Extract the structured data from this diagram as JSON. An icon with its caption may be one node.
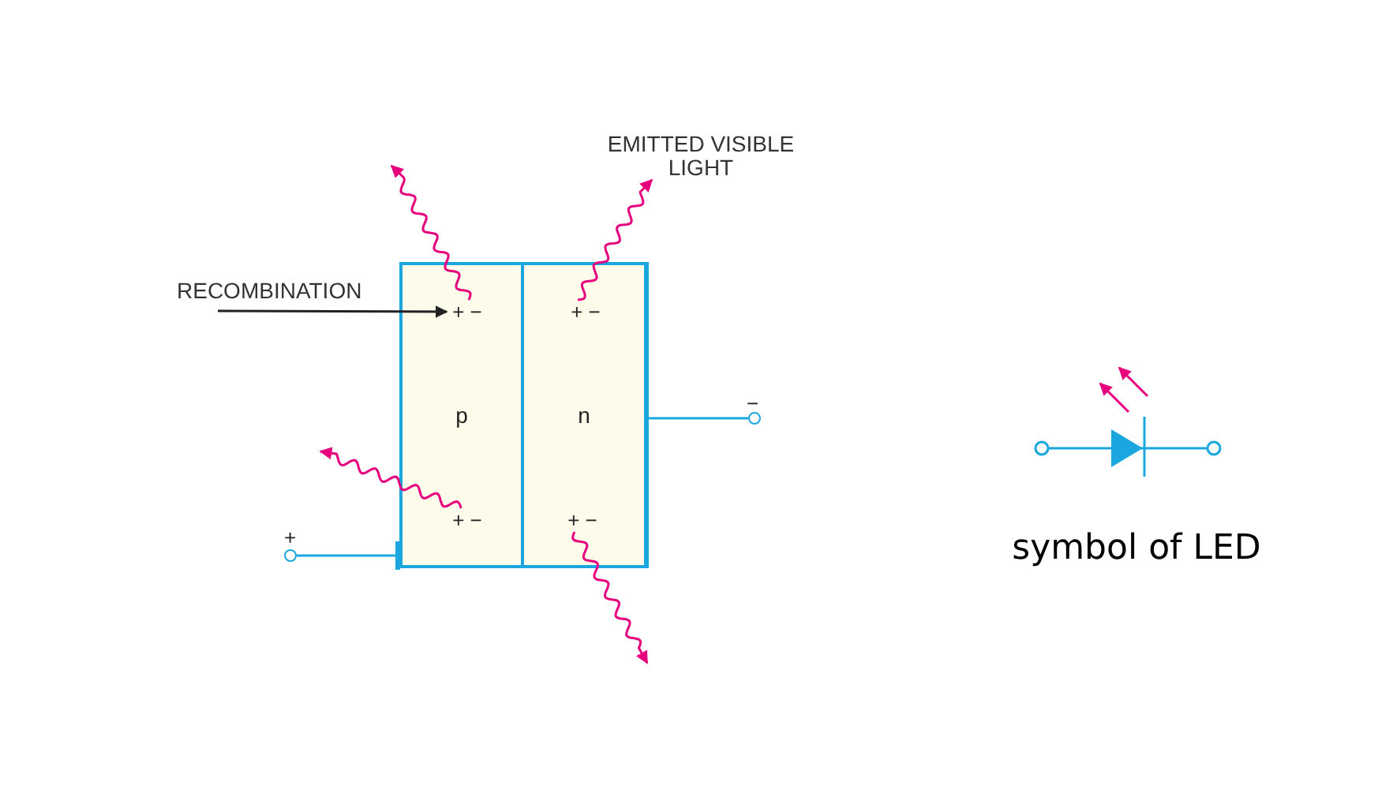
{
  "diagram": {
    "nodes": [
      {
        "text": [
          "p"
        ]
      },
      {
        "text": [
          "n"
        ]
      },
      {
        "text": [
          "+ −"
        ],
        "in": 0
      },
      {
        "text": [
          "+ −"
        ],
        "in": 1
      },
      {
        "text": [
          "+ −"
        ],
        "in": 0
      },
      {
        "text": [
          "+ −"
        ],
        "in": 1
      },
      {
        "text": [
          "RECOMBINATION"
        ]
      },
      {
        "text": [
          "EMITTED VISIBLE LIGHT"
        ]
      },
      {
        "text": [],
        "shape": "circle"
      },
      {
        "text": [],
        "shape": "circle"
      }
    ],
    "edges": [
      {
        "from": 6,
        "to": 2,
        "arrow": "to",
        "color": "#222222"
      },
      {
        "from": 2,
        "to": null,
        "arrow": "to",
        "color": "#e6007e"
      },
      {
        "from": 3,
        "to": 7,
        "arrow": "to",
        "color": "#e6007e"
      },
      {
        "from": 4,
        "to": null,
        "arrow": "to",
        "color": "#e6007e"
      },
      {
        "from": 5,
        "to": null,
        "arrow": "to",
        "color": "#e6007e"
      },
      {
        "from": 8,
        "to": 0,
        "arrow": "none",
        "color": "#1aa7e0"
      },
      {
        "from": 9,
        "to": 1,
        "arrow": "none",
        "color": "#1aa7e0"
      }
    ],
    "labels": [
      "−",
      "+",
      "symbol of LED"
    ]
  }
}
